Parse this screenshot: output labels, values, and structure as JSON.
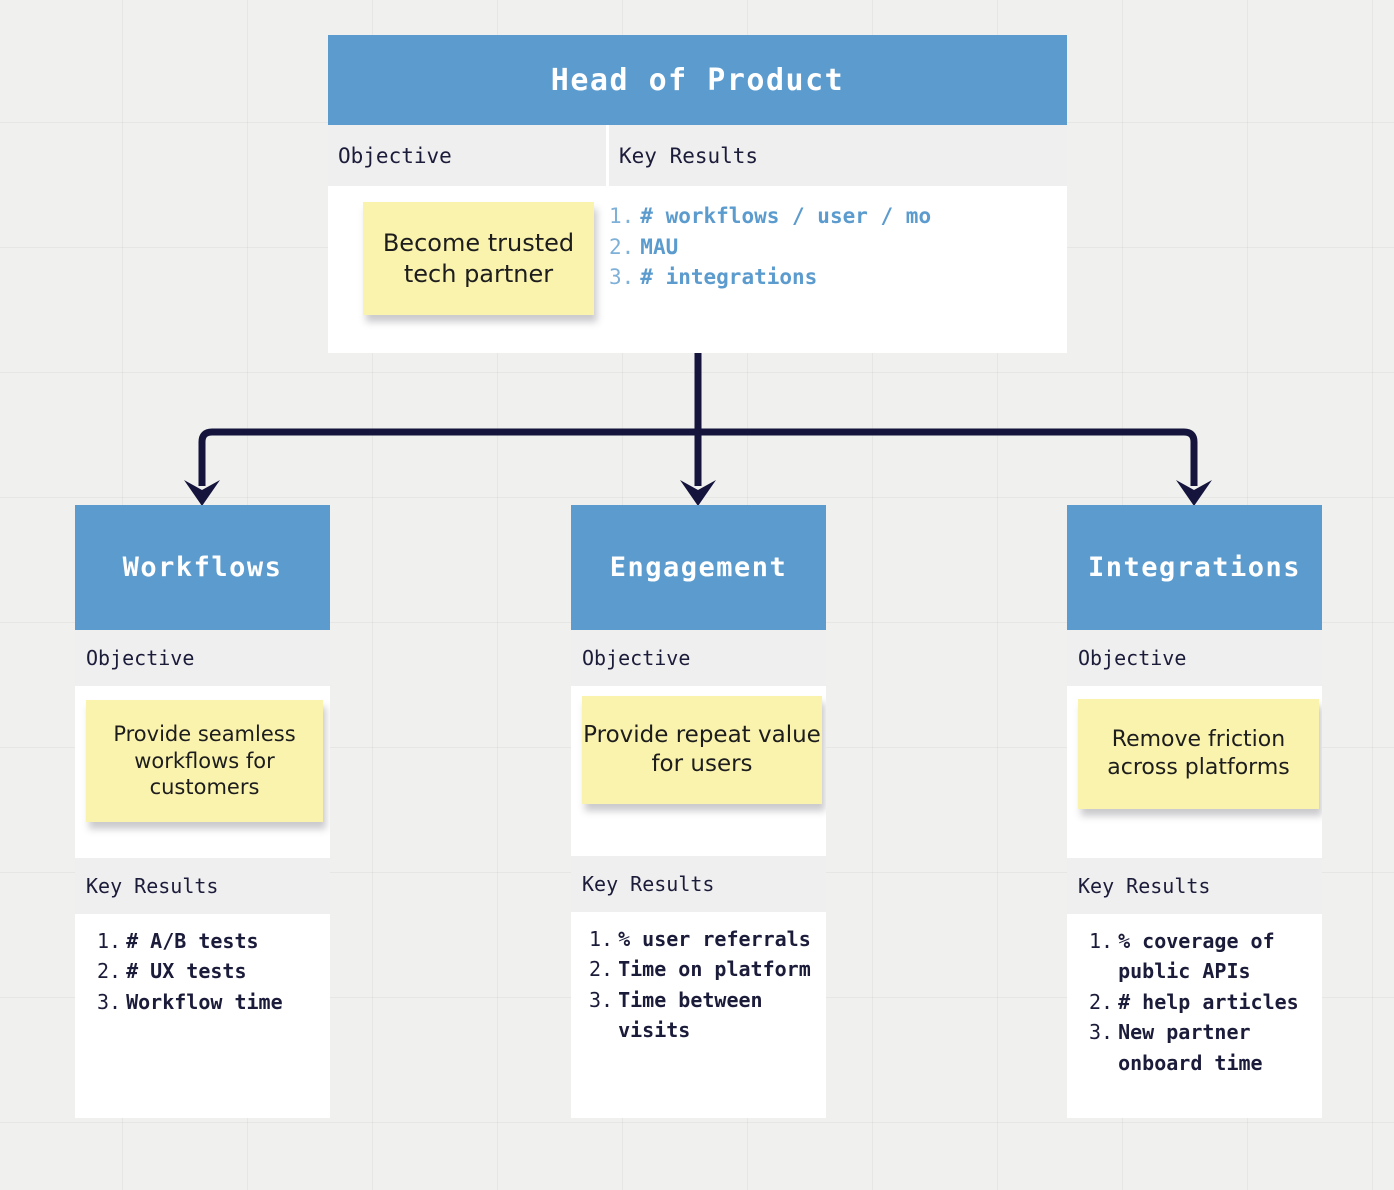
{
  "theme": {
    "header_blue": "#5b9bce",
    "sticky_yellow": "#faf3ae",
    "connector_navy": "#14143c",
    "kr_blue": "#5b9bce",
    "kr_navy": "#1b1b3a",
    "band_gray": "#f0efef",
    "canvas_gray": "#f0f0ef"
  },
  "labels": {
    "objective": "Objective",
    "key_results": "Key Results"
  },
  "root": {
    "title": "Head of Product",
    "objective": "Become trusted tech partner",
    "key_results": [
      {
        "num": "1.",
        "text": "# workflows / user / mo"
      },
      {
        "num": "2.",
        "text": "MAU"
      },
      {
        "num": "3.",
        "text": "# integrations"
      }
    ]
  },
  "children": [
    {
      "title": "Workflows",
      "objective": "Provide seamless workflows for customers",
      "key_results": [
        {
          "num": "1.",
          "text": "# A/B tests"
        },
        {
          "num": "2.",
          "text": "# UX tests"
        },
        {
          "num": "3.",
          "text": "Workflow time"
        }
      ]
    },
    {
      "title": "Engagement",
      "objective": "Provide repeat value for users",
      "key_results": [
        {
          "num": "1.",
          "text": "% user referrals"
        },
        {
          "num": "2.",
          "text": "Time on platform"
        },
        {
          "num": "3.",
          "text": "Time between visits"
        }
      ]
    },
    {
      "title": "Integrations",
      "objective": "Remove friction across platforms",
      "key_results": [
        {
          "num": "1.",
          "text": "% coverage of public APIs"
        },
        {
          "num": "2.",
          "text": "# help articles"
        },
        {
          "num": "3.",
          "text": "New partner onboard time"
        }
      ]
    }
  ]
}
